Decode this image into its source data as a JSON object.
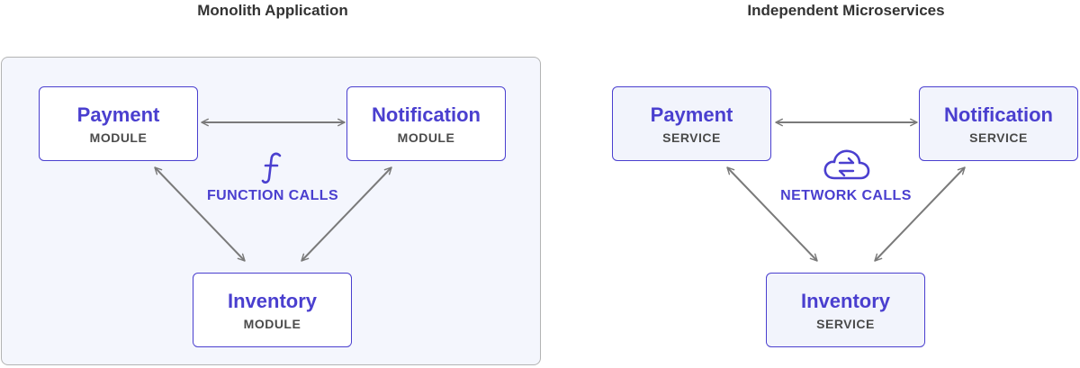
{
  "titles": {
    "monolith": "Monolith Application",
    "microservices": "Independent Microservices"
  },
  "monolith": {
    "nodes": {
      "payment": {
        "name": "Payment",
        "sub": "MODULE"
      },
      "notification": {
        "name": "Notification",
        "sub": "MODULE"
      },
      "inventory": {
        "name": "Inventory",
        "sub": "MODULE"
      }
    },
    "link_label": "FUNCTION CALLS",
    "link_icon": "function-icon"
  },
  "microservices": {
    "nodes": {
      "payment": {
        "name": "Payment",
        "sub": "SERVICE"
      },
      "notification": {
        "name": "Notification",
        "sub": "SERVICE"
      },
      "inventory": {
        "name": "Inventory",
        "sub": "SERVICE"
      }
    },
    "link_label": "NETWORK CALLS",
    "link_icon": "cloud-sync-icon"
  },
  "colors": {
    "accent": "#4a3fcf",
    "arrow": "#7a7a7a",
    "panel_bg": "#f4f6fd"
  }
}
